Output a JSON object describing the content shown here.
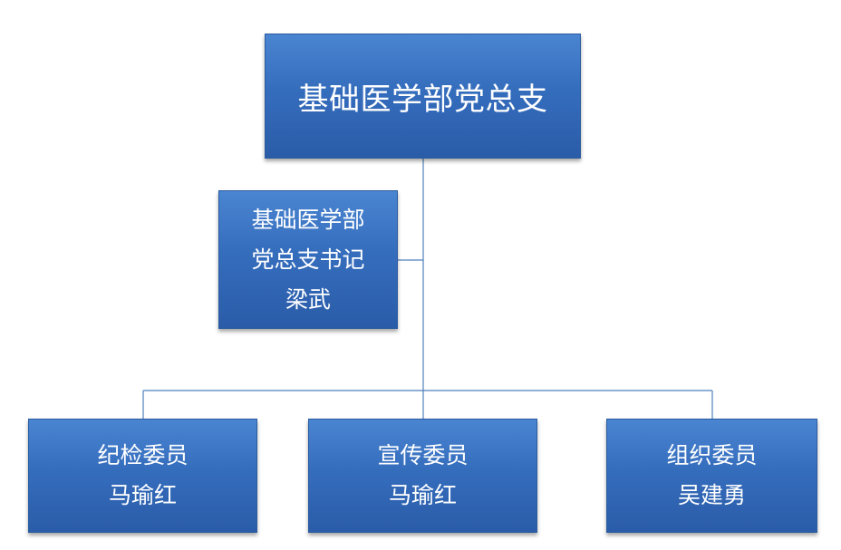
{
  "colors": {
    "box_fill_top": "#4a85d1",
    "box_fill_bottom": "#2a5ca8",
    "connector": "#4f81bd",
    "text": "#ffffff"
  },
  "org_chart": {
    "root": {
      "label": "基础医学部党总支"
    },
    "assistant": {
      "lines": [
        "基础医学部",
        "党总支书记",
        "梁武"
      ]
    },
    "members": [
      {
        "title": "纪检委员",
        "name": "马瑜红"
      },
      {
        "title": "宣传委员",
        "name": "马瑜红"
      },
      {
        "title": "组织委员",
        "name": "吴建勇"
      }
    ]
  }
}
